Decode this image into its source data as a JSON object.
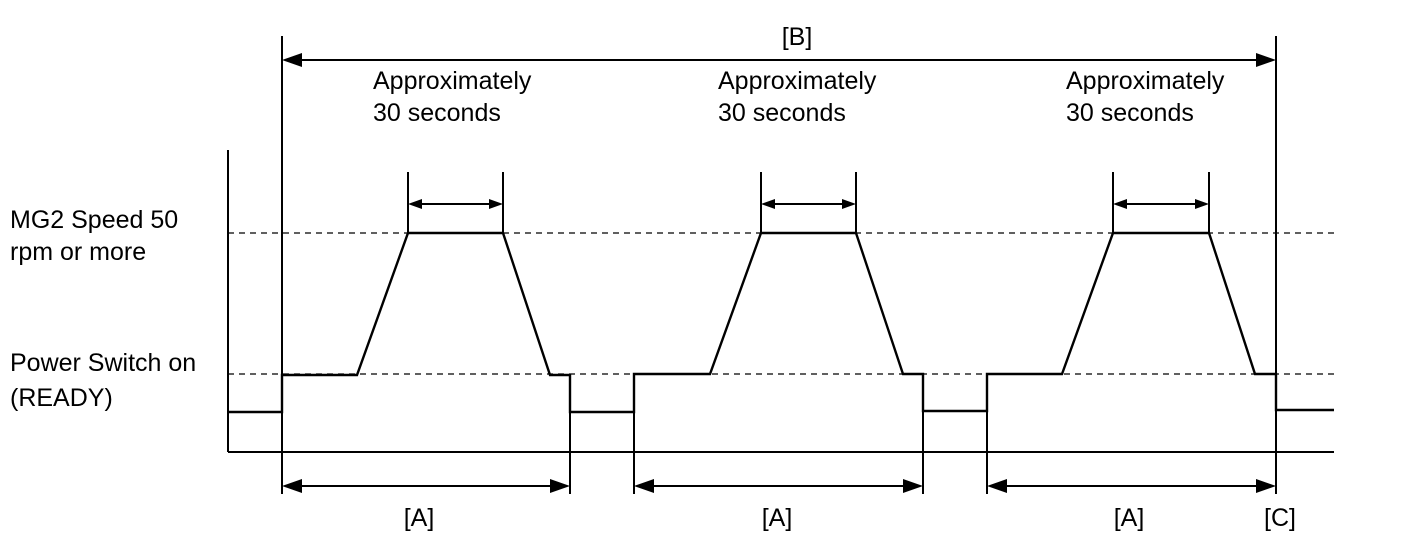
{
  "labels": {
    "total_span": "[B]",
    "cycle_span": "[A]",
    "end_marker": "[C]",
    "mg2_level_line1": "MG2 Speed 50",
    "mg2_level_line2": "rpm or more",
    "ready_level_line1": "Power Switch on",
    "ready_level_line2": "(READY)"
  },
  "cycles": [
    {
      "duration_line1": "Approximately",
      "duration_line2": "30 seconds",
      "span_label": "[A]"
    },
    {
      "duration_line1": "Approximately",
      "duration_line2": "30 seconds",
      "span_label": "[A]"
    },
    {
      "duration_line1": "Approximately",
      "duration_line2": "30 seconds",
      "span_label": "[A]"
    }
  ]
}
